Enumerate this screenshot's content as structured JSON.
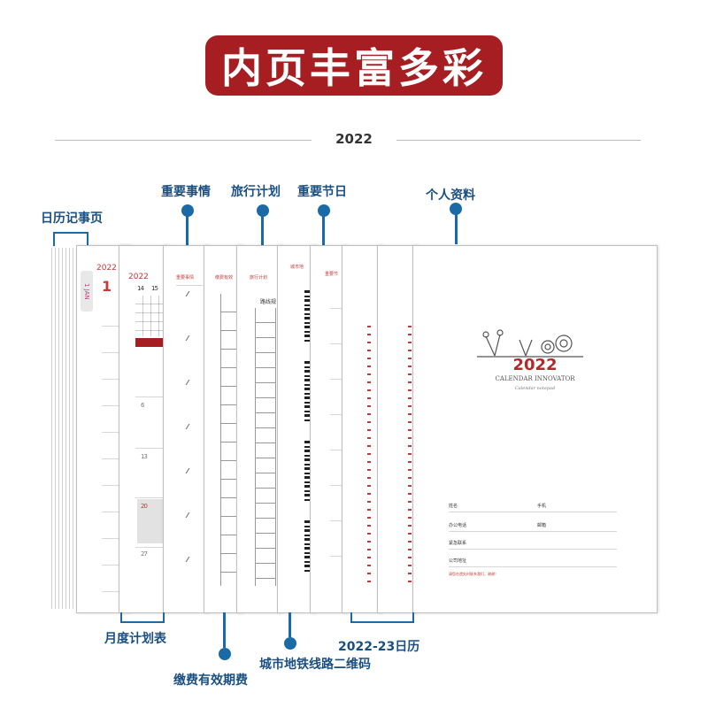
{
  "banner": {
    "title": "内页丰富多彩"
  },
  "header": {
    "year": "2022"
  },
  "labels": {
    "calendar_pages": "日历记事页",
    "important_matters": "重要事情",
    "travel_plan": "旅行计划",
    "important_holidays": "重要节日",
    "personal_info": "个人资料",
    "monthly_plan": "月度计划表",
    "payment_due": "缴费有效期费",
    "metro_qr": "城市地铁线路二维码",
    "calendar_2022_23": "2022-23日历"
  },
  "pages": {
    "diary": {
      "year": "2022",
      "month_tab": "1 JAN",
      "big_day": "1"
    },
    "monthly": {
      "year": "2022",
      "day_a": "14",
      "day_b": "15",
      "row_6": "6",
      "row_13": "13",
      "row_20": "20",
      "row_27": "27"
    },
    "matters_head": "重要事情",
    "payment_head": "缴费有效",
    "travel_head": "旅行计划",
    "travel_box": "路线规",
    "metro_head": "城市地",
    "holiday_head": "重要节",
    "cover": {
      "year": "2022",
      "subtitle": "CALENDAR INNOVATOR",
      "script": "Calendar notepad",
      "fields": [
        "姓名",
        "手机",
        "办公电话",
        "邮箱",
        "紧急联系",
        "公司地址"
      ],
      "footer": "请您在遗失时联系我们，谢谢！"
    }
  },
  "colors": {
    "banner": "#a61e22",
    "accent": "#1a6aa8",
    "red_text": "#c23a3a"
  }
}
